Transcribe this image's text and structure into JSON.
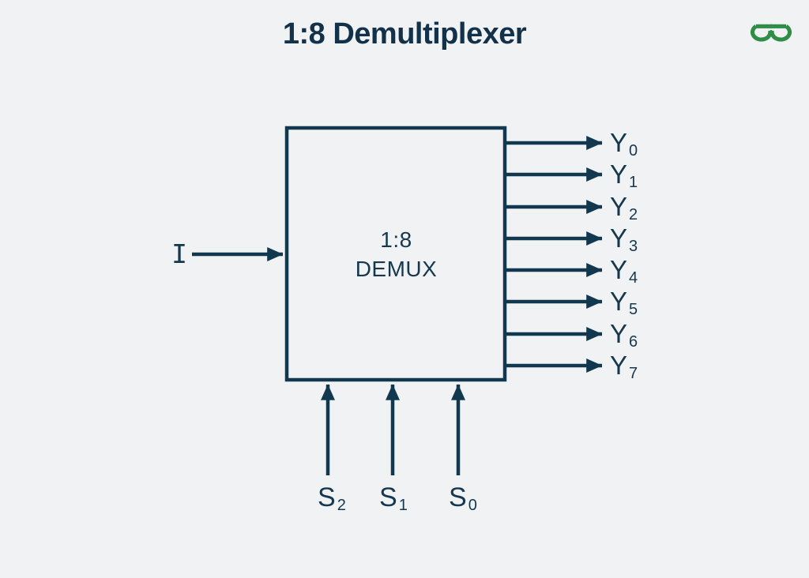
{
  "title": "1:8 Demultiplexer",
  "logo": {
    "name": "GeeksforGeeks logo",
    "color": "#2f8d46"
  },
  "diagram": {
    "block": {
      "line1": "1:8",
      "line2": "DEMUX"
    },
    "input": {
      "label": "I"
    },
    "outputs": [
      {
        "base": "Y",
        "sub": "0"
      },
      {
        "base": "Y",
        "sub": "1"
      },
      {
        "base": "Y",
        "sub": "2"
      },
      {
        "base": "Y",
        "sub": "3"
      },
      {
        "base": "Y",
        "sub": "4"
      },
      {
        "base": "Y",
        "sub": "5"
      },
      {
        "base": "Y",
        "sub": "6"
      },
      {
        "base": "Y",
        "sub": "7"
      }
    ],
    "selects": [
      {
        "base": "S",
        "sub": "2"
      },
      {
        "base": "S",
        "sub": "1"
      },
      {
        "base": "S",
        "sub": "0"
      }
    ],
    "colors": {
      "line": "#12384f",
      "title": "#13324a",
      "background": "#f1f2f4"
    }
  }
}
